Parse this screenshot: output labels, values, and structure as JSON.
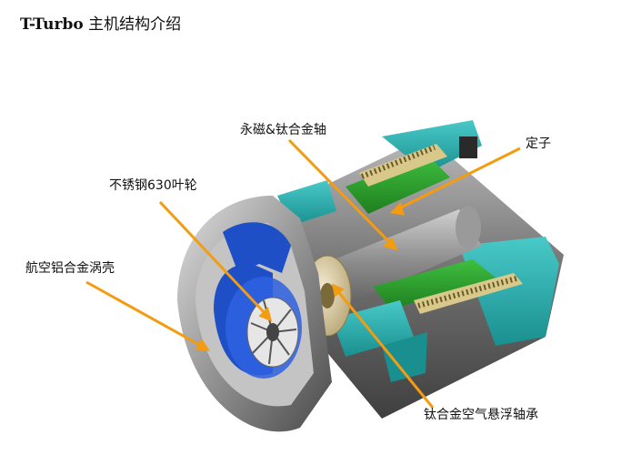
{
  "title": {
    "brand": "T-Turbo",
    "rest": " 主机结构介绍"
  },
  "labels": {
    "shaft": "永磁&钛合金轴",
    "stator": "定子",
    "impeller": "不锈钢630叶轮",
    "volute": "航空铝合金涡壳",
    "bearing": "钛合金空气悬浮轴承"
  },
  "colors": {
    "arrow": "#f39c12",
    "housing_teal": "#2bb3b3",
    "impeller_blue": "#1f4fc7",
    "stator_green": "#2e9c2e",
    "shell_gray": "#8a8a8a"
  }
}
